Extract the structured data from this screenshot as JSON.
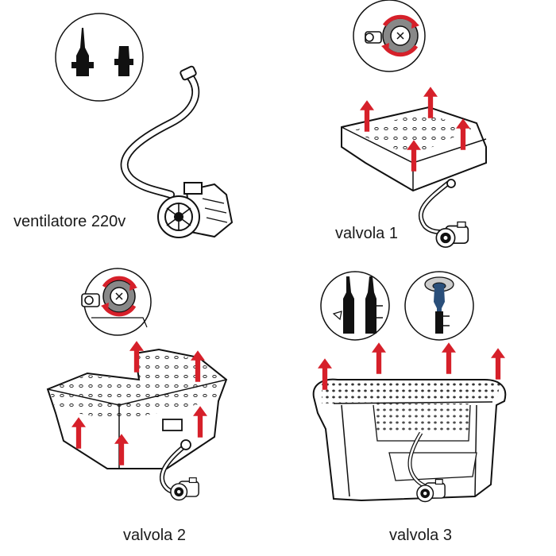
{
  "labels": {
    "ventilatore": "ventilatore 220v",
    "valvola1": "valvola 1",
    "valvola2": "valvola 2",
    "valvola3": "valvola 3"
  },
  "colors": {
    "line": "#111111",
    "arrow": "#d6202a",
    "fill": "#ffffff",
    "valve_blue": "#2a4f7a",
    "valve_grey": "#8a8a8a"
  }
}
